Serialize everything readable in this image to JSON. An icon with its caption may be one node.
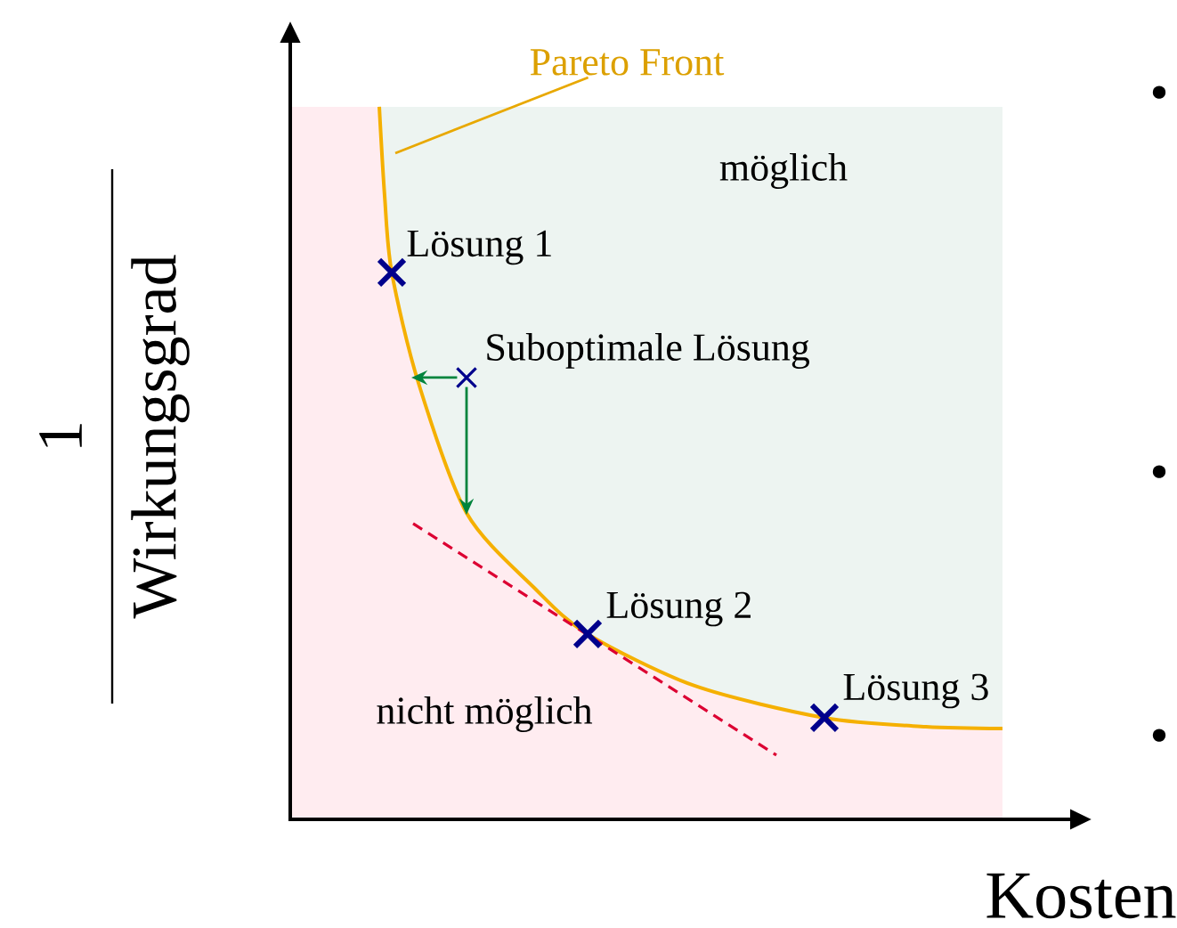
{
  "diagram": {
    "nodes": [
      {
        "text": [
          "Pareto Front"
        ]
      },
      {
        "text": [],
        "shape": "cross",
        "beside": [
          "Lösung 1"
        ]
      },
      {
        "text": [],
        "shape": "cross",
        "beside": [
          "Suboptimale Lösung"
        ]
      },
      {
        "text": [],
        "shape": "cross",
        "beside": [
          "Lösung 2"
        ]
      },
      {
        "text": [],
        "shape": "cross",
        "beside": [
          "Lösung 3"
        ]
      }
    ],
    "edges": [
      {
        "from": 0,
        "to": null,
        "arrow": "none",
        "color": "#e8a800"
      },
      {
        "from": 2,
        "to": null,
        "arrow": "to"
      },
      {
        "from": 2,
        "to": null,
        "arrow": "to"
      }
    ],
    "labels": [
      "•",
      "möglich",
      "•",
      "nicht möglich",
      "•",
      "1",
      "Wirkungsgrad",
      "Kosten"
    ]
  }
}
